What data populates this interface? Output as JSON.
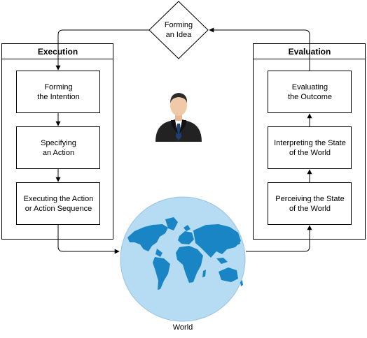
{
  "decision": {
    "label": "Forming\nan Idea"
  },
  "execution": {
    "title": "Execution",
    "steps": [
      "Forming\nthe Intention",
      "Specifying\nan Action",
      "Executing the Action\nor Action Sequence"
    ]
  },
  "evaluation": {
    "title": "Evaluation",
    "steps": [
      "Evaluating\nthe Outcome",
      "Interpreting the State\nof the World",
      "Perceiving the State\nof the World"
    ]
  },
  "world": {
    "label": "World"
  },
  "icons": {
    "person": "businessman-icon",
    "world": "world-map-globe-icon"
  },
  "colors": {
    "globe_fill": "#b5dcf3",
    "globe_stroke": "#9cc3de",
    "continents": "#1a85c4",
    "suit": "#222222",
    "tie": "#1d3f73",
    "skin": "#f0c9a8"
  }
}
